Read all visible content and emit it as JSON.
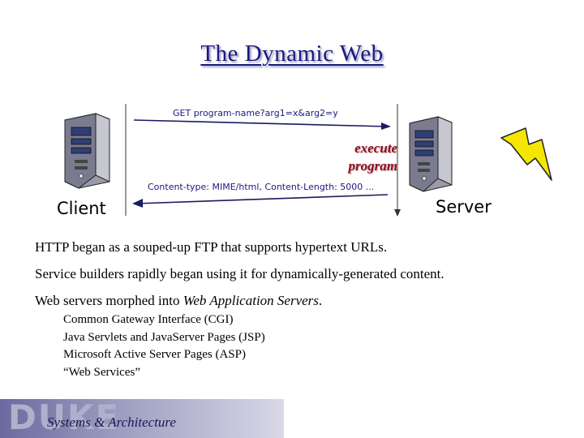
{
  "title": "The Dynamic Web",
  "diagram": {
    "request_label": "GET program-name?arg1=x&arg2=y",
    "execute_label": [
      "execute",
      "program"
    ],
    "response_label": "Content-type: MIME/html, Content-Length: 5000 ...",
    "client_label": "Client",
    "server_label": "Server",
    "icons": [
      "client-computer-icon",
      "server-computer-icon",
      "lightning-bolt-icon"
    ]
  },
  "bullets": [
    "HTTP began as a souped-up FTP that supports hypertext URLs.",
    "Service builders rapidly began using it for dynamically-generated content.",
    {
      "prefix": "Web servers morphed into ",
      "emphasis": "Web Application Servers",
      "suffix": "."
    }
  ],
  "sub_bullets": [
    "Common Gateway Interface (CGI)",
    "Java Servlets and JavaServer Pages (JSP)",
    "Microsoft Active Server Pages (ASP)",
    "“Web Services”"
  ],
  "footer": {
    "logo_text": "DUKE",
    "caption": "Systems & Architecture"
  }
}
